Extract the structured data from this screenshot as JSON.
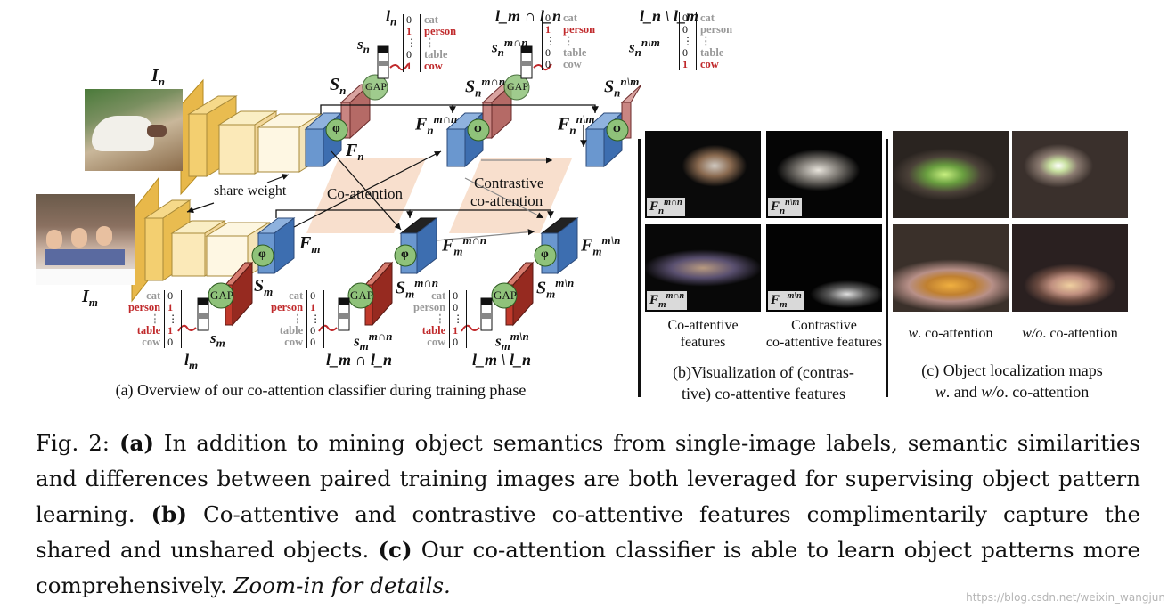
{
  "labels": {
    "I_n": "I",
    "I_n_sub": "n",
    "I_m": "I",
    "I_m_sub": "m",
    "F_n": "F",
    "F_n_sub": "n",
    "F_m": "F",
    "F_m_sub": "m",
    "S_n": "S",
    "S_n_sub": "n",
    "S_m": "S",
    "S_m_sub": "m",
    "F_n_and": "F",
    "F_n_and_sub": "n",
    "F_n_and_sup": "m∩n",
    "F_n_diff": "F",
    "F_n_diff_sub": "n",
    "F_n_diff_sup": "n\\m",
    "F_m_and": "F",
    "F_m_and_sub": "m",
    "F_m_and_sup": "m∩n",
    "F_m_diff": "F",
    "F_m_diff_sub": "m",
    "F_m_diff_sup": "m\\n",
    "S_n_and": "S",
    "S_n_and_sub": "n",
    "S_n_and_sup": "m∩n",
    "S_n_diff": "S",
    "S_n_diff_sub": "n",
    "S_n_diff_sup": "n\\m",
    "S_m_and": "S",
    "S_m_and_sub": "m",
    "S_m_and_sup": "m∩n",
    "S_m_diff": "S",
    "S_m_diff_sub": "m",
    "S_m_diff_sup": "m\\n",
    "s_n": "s",
    "s_n_sub": "n",
    "s_m": "s",
    "s_m_sub": "m",
    "s_n_and": "s",
    "s_n_and_sub": "n",
    "s_n_and_sup": "m∩n",
    "s_n_diff": "s",
    "s_n_diff_sub": "n",
    "s_n_diff_sup": "n\\m",
    "s_m_and": "s",
    "s_m_and_sub": "m",
    "s_m_and_sup": "m∩n",
    "s_m_diff": "s",
    "s_m_diff_sub": "m",
    "s_m_diff_sup": "m\\n",
    "l_n": "l",
    "l_n_sub": "n",
    "l_m": "l",
    "l_m_sub": "m",
    "l_and_top": "l_m ∩ l_n",
    "l_diff_top": "l_n \\ l_m",
    "l_and_bot": "l_m ∩ l_n",
    "l_diff_bot": "l_m \\ l_n",
    "gap": "GAP",
    "phi": "φ",
    "share_weight": "share weight",
    "co_attention": "Co-attention",
    "contrastive_1": "Contrastive",
    "contrastive_2": "co-attention"
  },
  "vectors": {
    "top_n": {
      "vals": [
        "0",
        "1",
        "⋮",
        "0",
        "1"
      ],
      "names": [
        "cat",
        "person",
        "⋮",
        "table",
        "cow"
      ],
      "hi": [
        false,
        true,
        false,
        false,
        true
      ]
    },
    "top_and": {
      "vals": [
        "0",
        "1",
        "⋮",
        "0",
        "0"
      ],
      "names": [
        "cat",
        "person",
        "⋮",
        "table",
        "cow"
      ],
      "hi": [
        false,
        true,
        false,
        false,
        false
      ]
    },
    "top_diff": {
      "vals": [
        "0",
        "0",
        "⋮",
        "0",
        "1"
      ],
      "names": [
        "cat",
        "person",
        "⋮",
        "table",
        "cow"
      ],
      "hi": [
        false,
        false,
        false,
        false,
        true
      ]
    },
    "bot_m": {
      "vals": [
        "0",
        "1",
        "⋮",
        "1",
        "0"
      ],
      "names": [
        "cat",
        "person",
        "⋮",
        "table",
        "cow"
      ],
      "hi": [
        false,
        true,
        false,
        true,
        false
      ]
    },
    "bot_and": {
      "vals": [
        "0",
        "1",
        "⋮",
        "0",
        "0"
      ],
      "names": [
        "cat",
        "person",
        "⋮",
        "table",
        "cow"
      ],
      "hi": [
        false,
        true,
        false,
        false,
        false
      ]
    },
    "bot_diff": {
      "vals": [
        "0",
        "0",
        "⋮",
        "1",
        "0"
      ],
      "names": [
        "cat",
        "person",
        "⋮",
        "table",
        "cow"
      ],
      "hi": [
        false,
        false,
        false,
        true,
        false
      ]
    }
  },
  "captions": {
    "a": "(a) Overview of our co-attention classifier during training phase",
    "b_left_1": "Co-attentive",
    "b_left_2": "features",
    "b_right_1": "Contrastive",
    "b_right_2": "co-attentive features",
    "b_1": "(b)Visualization of (contras-",
    "b_2": "tive) co-attentive features",
    "c_left_em": "w",
    "c_left": ". co-attention",
    "c_right_em": "w/o",
    "c_right": ". co-attention",
    "c_1": "(c) Object localization maps",
    "c_2_em1": "w",
    "c_2_mid": ". and ",
    "c_2_em2": "w/o",
    "c_2_end": ". co-attention"
  },
  "tiles": {
    "t1": "F",
    "t1_sub": "n",
    "t1_sup": "m∩n",
    "t2": "F",
    "t2_sub": "n",
    "t2_sup": "n\\m",
    "t3": "F",
    "t3_sub": "m",
    "t3_sup": "m∩n",
    "t4": "F",
    "t4_sub": "m",
    "t4_sup": "m\\n"
  },
  "figure_caption": {
    "prefix": "Fig. 2: ",
    "a_tag": "(a)",
    "a_text": " In addition to mining object semantics from single-image labels, semantic similarities and differences between paired training images are both leveraged for supervising object pattern learning. ",
    "b_tag": "(b)",
    "b_text": " Co-attentive and contrastive co-attentive features complimentarily capture the shared and unshared objects. ",
    "c_tag": "(c)",
    "c_text": " Our co-attention classifier is able to learn object patterns more comprehensively. ",
    "em_text": "Zoom-in for details."
  },
  "watermark": "https://blog.csdn.net/weixin_wangjun"
}
